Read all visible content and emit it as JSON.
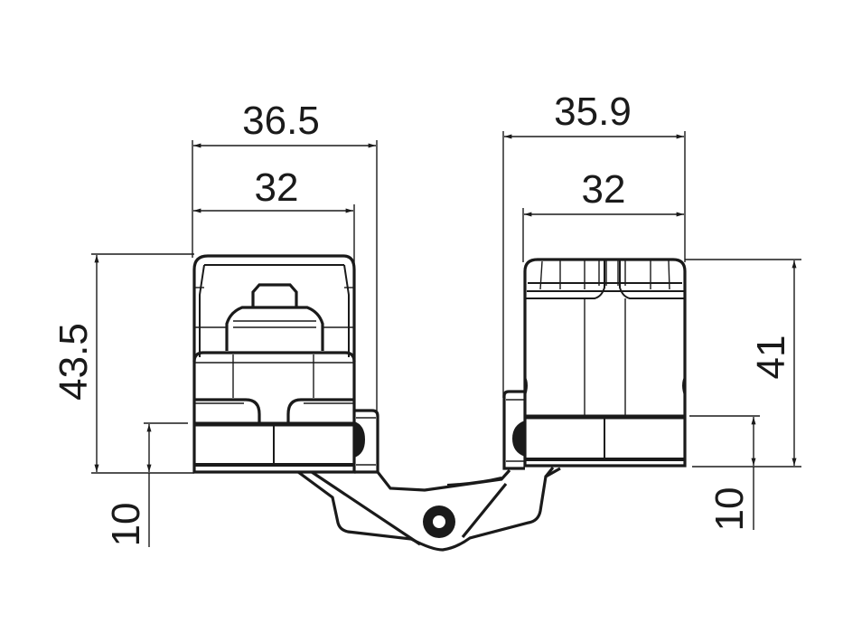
{
  "drawing": {
    "type": "technical-dimension-drawing",
    "subject": "connector hoods with locking lever, side views",
    "line_color": "#1a1a1a",
    "background": "#ffffff"
  },
  "left_part": {
    "overall_width_label": "36.5",
    "inner_width_label": "32",
    "height_label": "43.5",
    "base_height_label": "10"
  },
  "right_part": {
    "overall_width_label": "35.9",
    "inner_width_label": "32",
    "height_label": "41",
    "base_height_label": "10"
  }
}
